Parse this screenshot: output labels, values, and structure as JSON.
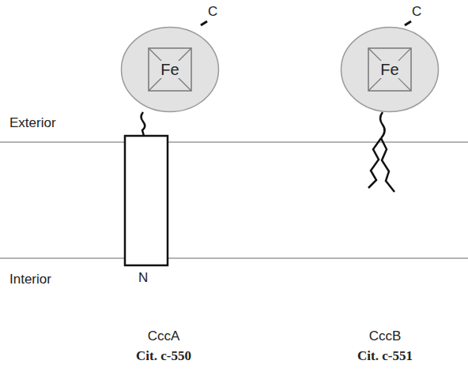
{
  "diagram": {
    "nodes": [
      {
        "text": [
          "Fe"
        ]
      },
      {
        "text": [
          "Fe"
        ]
      }
    ],
    "labels": [
      "C",
      "Exterior",
      "Interior",
      "N",
      "CccA",
      "Cit. c-550",
      "C",
      "CccB",
      "Cit. c-551"
    ]
  }
}
